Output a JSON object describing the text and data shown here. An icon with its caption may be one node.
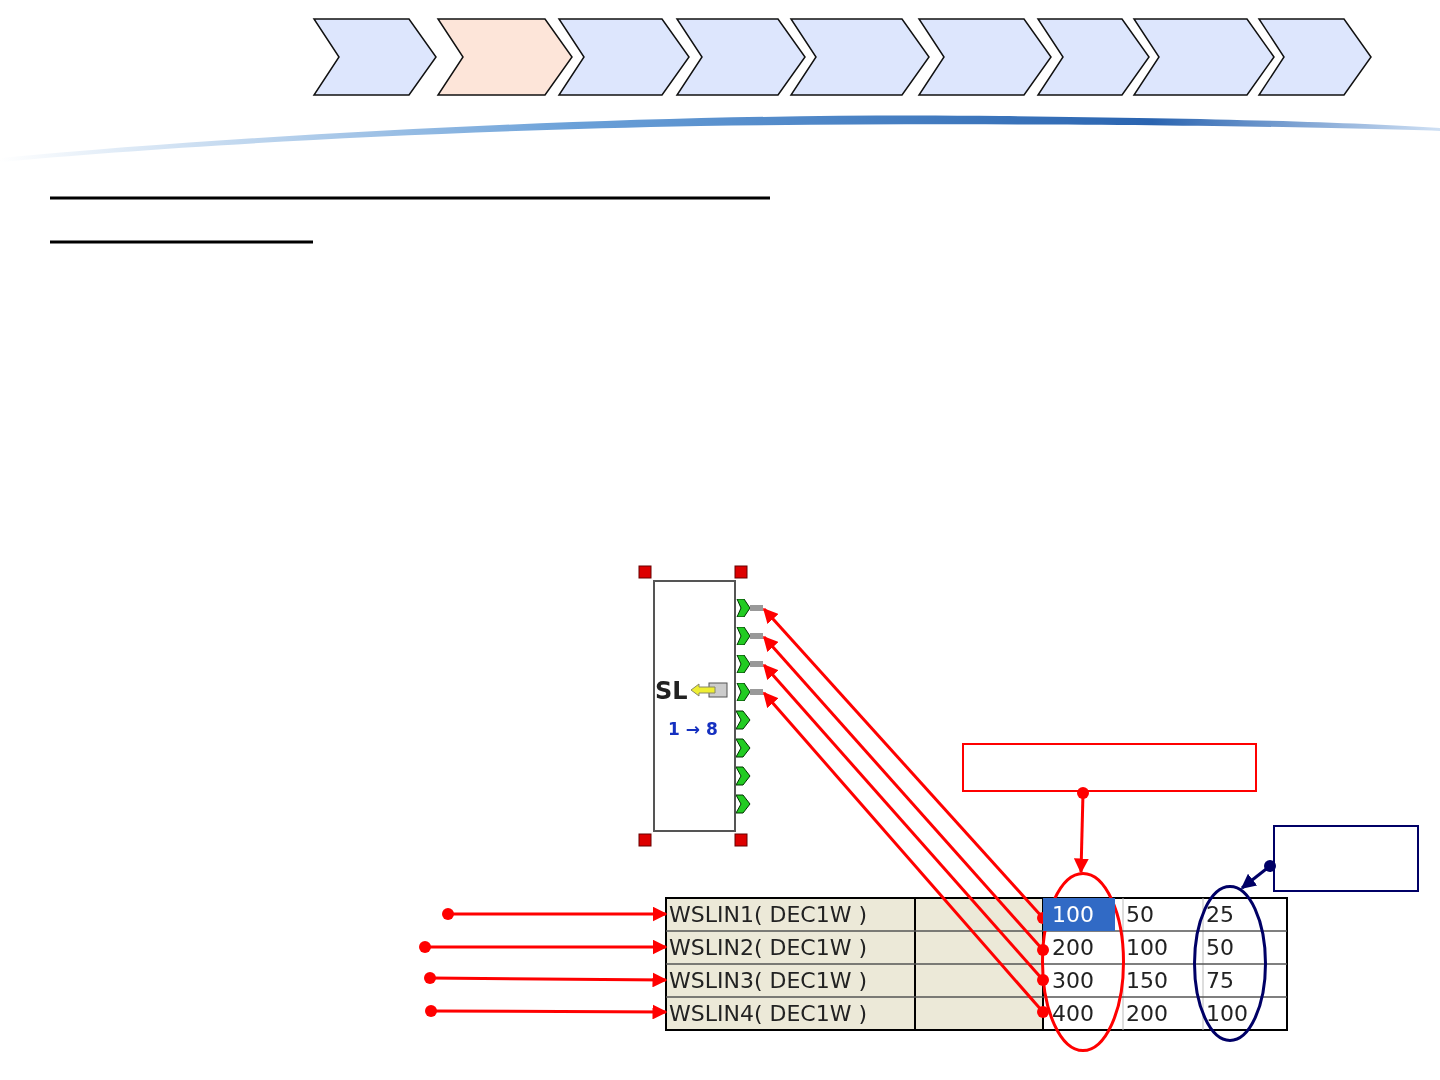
{
  "diagram": {
    "nodes": [
      {
        "text": [
          "SL",
          "1 → 8"
        ]
      },
      {
        "text": [],
        "shape": "pin"
      },
      {
        "text": [],
        "shape": "pin"
      },
      {
        "text": [],
        "shape": "pin"
      },
      {
        "text": [],
        "shape": "pin"
      },
      {
        "text": [],
        "shape": "box"
      },
      {
        "text": [],
        "shape": "box"
      },
      {
        "text": [],
        "shape": "ellipse"
      },
      {
        "text": [],
        "shape": "ellipse"
      },
      {
        "text": [
          "WSLIN1( DEC1W )"
        ]
      },
      {
        "text": [
          "WSLIN2( DEC1W )"
        ]
      },
      {
        "text": [
          "WSLIN3( DEC1W )"
        ]
      },
      {
        "text": [
          "WSLIN4( DEC1W )"
        ]
      },
      {
        "text": [
          "100"
        ],
        "in": 7
      },
      {
        "text": [
          "200"
        ],
        "in": 7
      },
      {
        "text": [
          "300"
        ],
        "in": 7
      },
      {
        "text": [
          "400"
        ],
        "in": 7
      }
    ],
    "edges": [
      {
        "from": 13,
        "to": 1,
        "arrow": "to"
      },
      {
        "from": 14,
        "to": 2,
        "arrow": "to"
      },
      {
        "from": 15,
        "to": 3,
        "arrow": "to"
      },
      {
        "from": 16,
        "to": 4,
        "arrow": "to"
      },
      {
        "from": 5,
        "to": 7,
        "arrow": "to"
      },
      {
        "from": 6,
        "to": 8,
        "arrow": "to",
        "color": "#000066"
      },
      {
        "from": null,
        "to": 9,
        "arrow": "to"
      },
      {
        "from": null,
        "to": 10,
        "arrow": "to"
      },
      {
        "from": null,
        "to": 11,
        "arrow": "to"
      },
      {
        "from": null,
        "to": 12,
        "arrow": "to"
      }
    ],
    "labels": [
      "50",
      "25",
      "100",
      "50",
      "150",
      "75",
      "200",
      "100"
    ]
  }
}
